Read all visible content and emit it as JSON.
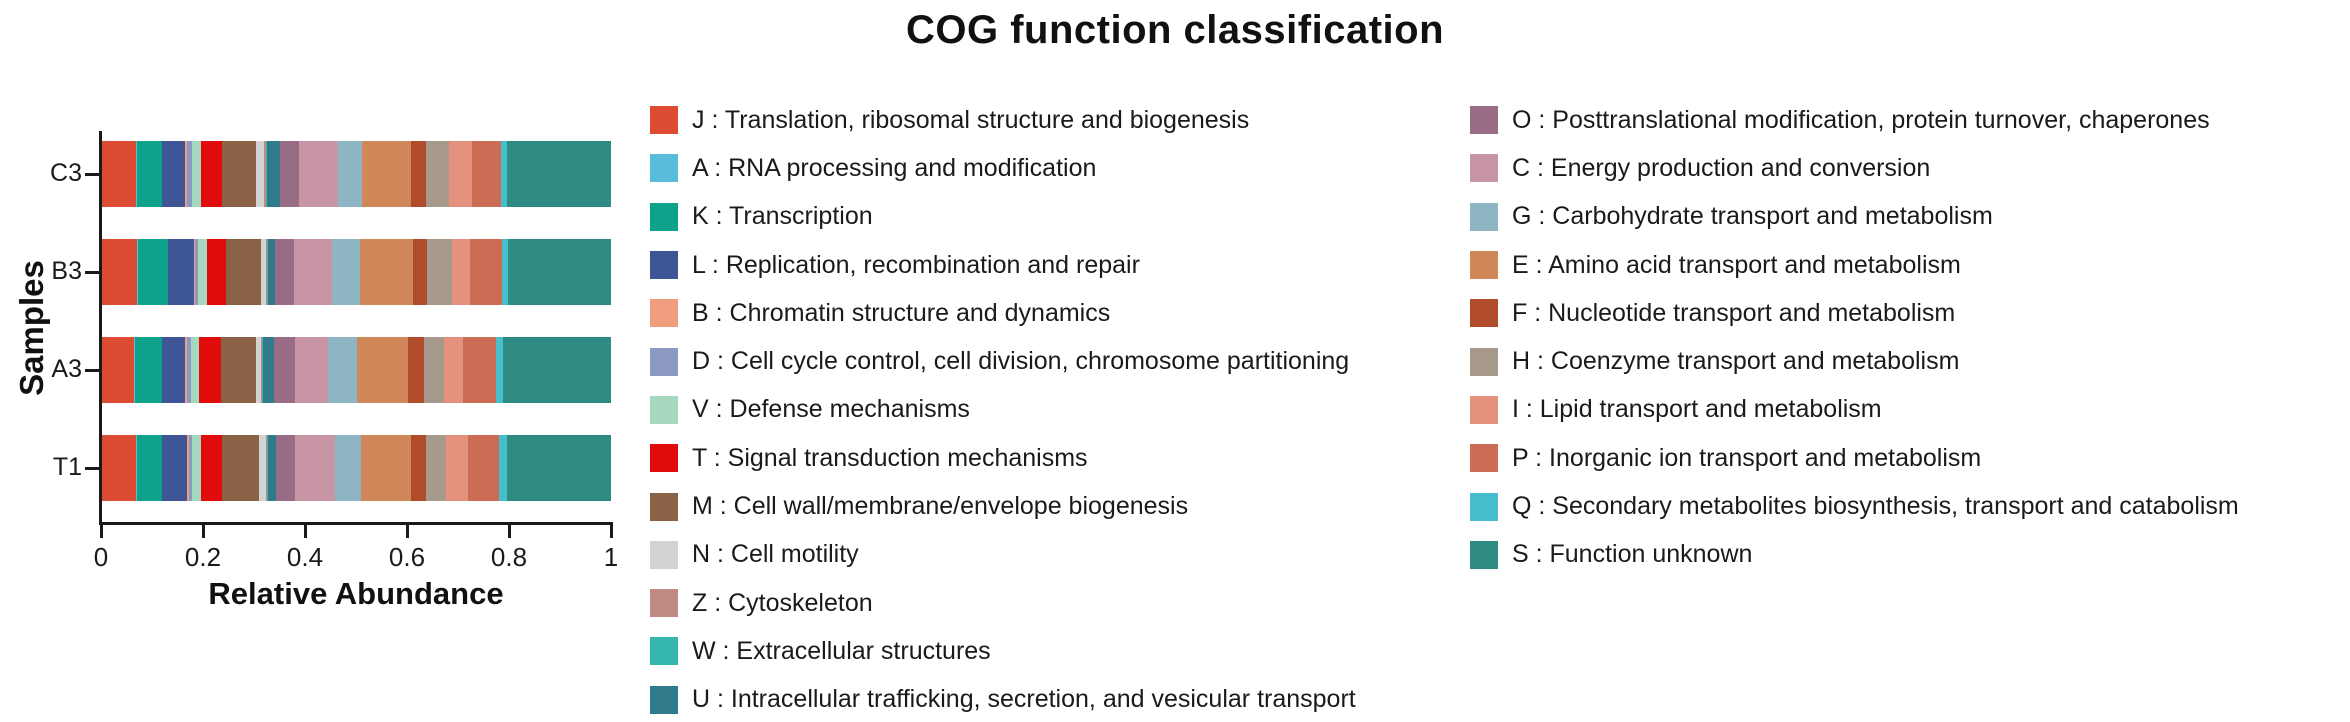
{
  "title": "COG function classification",
  "axes": {
    "x_label": "Relative Abundance",
    "y_label": "Samples"
  },
  "chart_data": {
    "type": "bar",
    "orientation": "horizontal",
    "stacked": true,
    "title": "COG function classification",
    "xlabel": "Relative Abundance",
    "ylabel": "Samples",
    "xlim": [
      0,
      1
    ],
    "grid": false,
    "legend_position": "right-two-columns",
    "categories": [
      "C3",
      "B3",
      "A3",
      "T1"
    ],
    "x_ticks": [
      {
        "label": "0",
        "value": 0.0
      },
      {
        "label": "0.2",
        "value": 0.2
      },
      {
        "label": "0.4",
        "value": 0.4
      },
      {
        "label": "0.6",
        "value": 0.6
      },
      {
        "label": "0.8",
        "value": 0.8
      },
      {
        "label": "1",
        "value": 1.0
      }
    ],
    "series": [
      {
        "code": "J",
        "desc": "Translation, ribosomal structure and biogenesis",
        "color": "#DE4B33",
        "values": [
          0.067,
          0.068,
          0.062,
          0.066
        ]
      },
      {
        "code": "A",
        "desc": "RNA processing and modification",
        "color": "#5BBDDC",
        "values": [
          0.002,
          0.002,
          0.002,
          0.002
        ]
      },
      {
        "code": "K",
        "desc": "Transcription",
        "color": "#0FA28A",
        "values": [
          0.049,
          0.059,
          0.054,
          0.05
        ]
      },
      {
        "code": "L",
        "desc": "Replication, recombination and repair",
        "color": "#3E5695",
        "values": [
          0.046,
          0.051,
          0.046,
          0.05
        ]
      },
      {
        "code": "B",
        "desc": "Chromatin structure and dynamics",
        "color": "#F09E7D",
        "values": [
          0.003,
          0.003,
          0.003,
          0.003
        ]
      },
      {
        "code": "D",
        "desc": "Cell cycle control, cell division, chromosome partitioning",
        "color": "#8C9AC3",
        "values": [
          0.009,
          0.006,
          0.007,
          0.006
        ]
      },
      {
        "code": "V",
        "desc": "Defense mechanisms",
        "color": "#A6D8C0",
        "values": [
          0.019,
          0.017,
          0.017,
          0.017
        ]
      },
      {
        "code": "T",
        "desc": "Signal transduction mechanisms",
        "color": "#E00B0B",
        "values": [
          0.041,
          0.038,
          0.042,
          0.041
        ]
      },
      {
        "code": "M",
        "desc": "Cell wall/membrane/envelope biogenesis",
        "color": "#8A6246",
        "values": [
          0.067,
          0.068,
          0.069,
          0.074
        ]
      },
      {
        "code": "N",
        "desc": "Cell motility",
        "color": "#D3D3D3",
        "values": [
          0.016,
          0.01,
          0.011,
          0.013
        ]
      },
      {
        "code": "Z",
        "desc": "Cytoskeleton",
        "color": "#BF8C84",
        "values": [
          0.003,
          0.002,
          0.002,
          0.002
        ]
      },
      {
        "code": "W",
        "desc": "Extracellular structures",
        "color": "#35B7AE",
        "values": [
          0.003,
          0.002,
          0.002,
          0.002
        ]
      },
      {
        "code": "U",
        "desc": "Intracellular trafficking, secretion, and vesicular transport",
        "color": "#2F7A8B",
        "values": [
          0.024,
          0.014,
          0.022,
          0.016
        ]
      },
      {
        "code": "O",
        "desc": "Posttranslational modification, protein turnover, chaperones",
        "color": "#996C86",
        "values": [
          0.038,
          0.038,
          0.04,
          0.038
        ]
      },
      {
        "code": "C",
        "desc": "Energy production and conversion",
        "color": "#C795A4",
        "values": [
          0.077,
          0.075,
          0.066,
          0.077
        ]
      },
      {
        "code": "G",
        "desc": "Carbohydrate transport and metabolism",
        "color": "#8EB5C3",
        "values": [
          0.048,
          0.054,
          0.056,
          0.052
        ]
      },
      {
        "code": "E",
        "desc": "Amino acid transport and metabolism",
        "color": "#D0885A",
        "values": [
          0.096,
          0.105,
          0.101,
          0.098
        ]
      },
      {
        "code": "F",
        "desc": "Nucleotide transport and metabolism",
        "color": "#B04B2B",
        "values": [
          0.029,
          0.027,
          0.03,
          0.03
        ]
      },
      {
        "code": "H",
        "desc": "Coenzyme transport and metabolism",
        "color": "#A79A8D",
        "values": [
          0.045,
          0.049,
          0.04,
          0.04
        ]
      },
      {
        "code": "I",
        "desc": "Lipid transport and metabolism",
        "color": "#E4917E",
        "values": [
          0.045,
          0.035,
          0.038,
          0.042
        ]
      },
      {
        "code": "P",
        "desc": "Inorganic ion transport and metabolism",
        "color": "#CD6C55",
        "values": [
          0.057,
          0.063,
          0.064,
          0.061
        ]
      },
      {
        "code": "Q",
        "desc": "Secondary metabolites biosynthesis, transport and catabolism",
        "color": "#46BECC",
        "values": [
          0.012,
          0.011,
          0.014,
          0.016
        ]
      },
      {
        "code": "S",
        "desc": "Function unknown",
        "color": "#2E8C85",
        "values": [
          0.204,
          0.203,
          0.212,
          0.204
        ]
      }
    ]
  },
  "legend": {
    "separator": " : ",
    "columns": [
      [
        "J",
        "A",
        "K",
        "L",
        "B",
        "D",
        "V",
        "T",
        "M",
        "N",
        "Z",
        "W",
        "U"
      ],
      [
        "O",
        "C",
        "G",
        "E",
        "F",
        "H",
        "I",
        "P",
        "Q",
        "S"
      ]
    ]
  }
}
